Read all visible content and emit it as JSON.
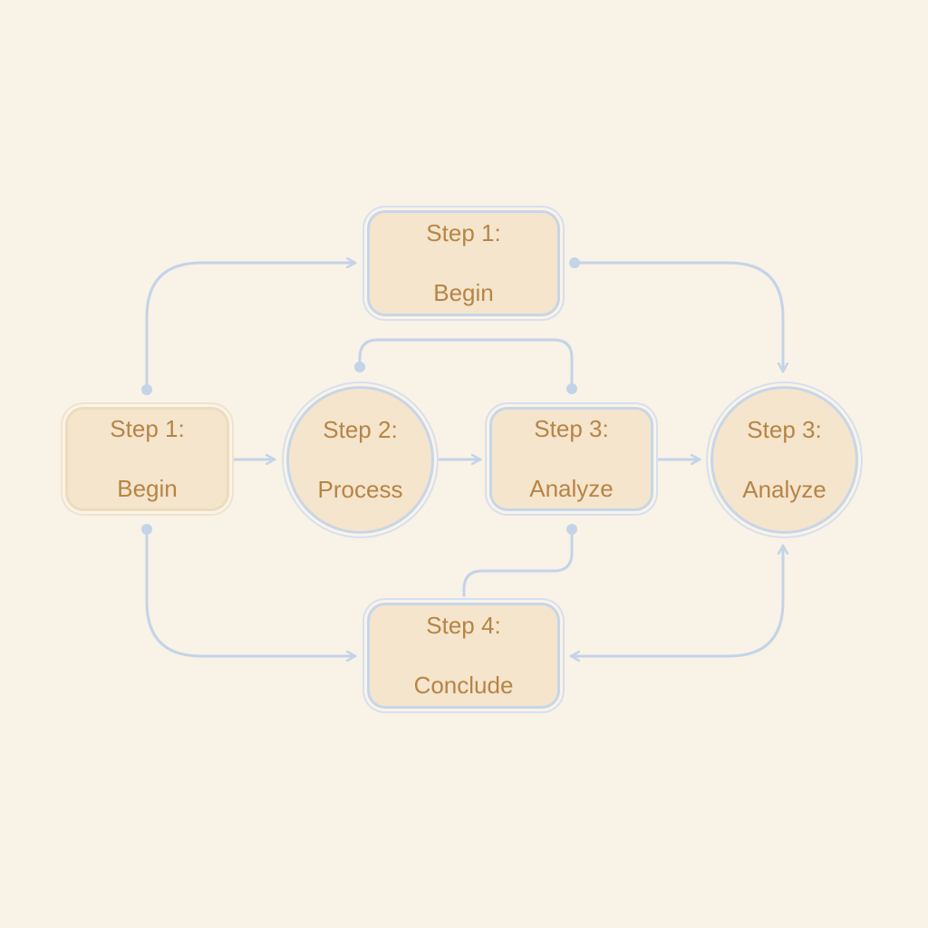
{
  "colors": {
    "background": "#f9f2e7",
    "node_fill": "#f4e5cc",
    "node_border": "#c7d6e8",
    "connector": "#c3d4e8",
    "text": "#b78446"
  },
  "nodes": {
    "top": {
      "line1": "Step 1:",
      "line2": "Begin"
    },
    "left": {
      "line1": "Step 1:",
      "line2": "Begin"
    },
    "process": {
      "line1": "Step 2:",
      "line2": "Process"
    },
    "analyze": {
      "line1": "Step 3:",
      "line2": "Analyze"
    },
    "right": {
      "line1": "Step 3:",
      "line2": "Analyze"
    },
    "conclude": {
      "line1": "Step 4:",
      "line2": "Conclude"
    }
  }
}
